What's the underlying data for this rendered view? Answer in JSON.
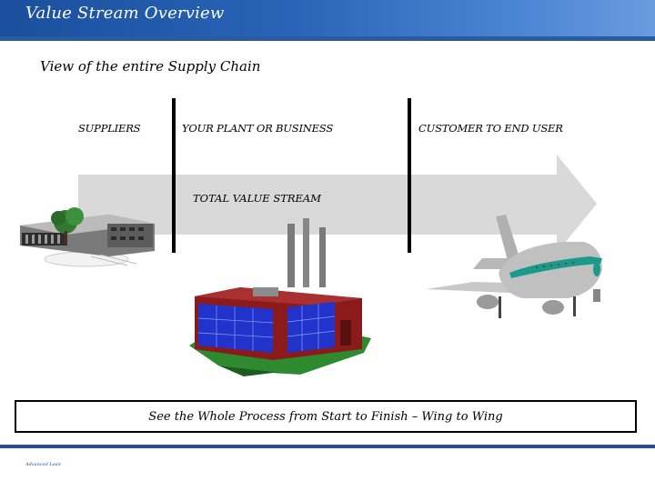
{
  "header": {
    "title": "Value Stream Overview"
  },
  "content": {
    "subtitle": "View of the entire Supply Chain",
    "columns": {
      "suppliers": "SUPPLIERS",
      "plant": "YOUR PLANT OR BUSINESS",
      "customer": "CUSTOMER TO END USER"
    },
    "stream_label": "TOTAL VALUE STREAM",
    "bottom_message": "See the Whole Process from Start to Finish – Wing to Wing"
  },
  "footer": {
    "label": "Advanced Lean"
  },
  "colors": {
    "banner": "#2a64b8",
    "arrow": "#dcdcdc",
    "factory_wall": "#8b1a1a",
    "factory_glass": "#2233cc",
    "grass": "#1f7a1f",
    "plane_body": "#c0c0c0",
    "plane_stripe": "#1a9a8a"
  },
  "icons": [
    "supplier-building-icon",
    "factory-icon",
    "airplane-icon"
  ]
}
